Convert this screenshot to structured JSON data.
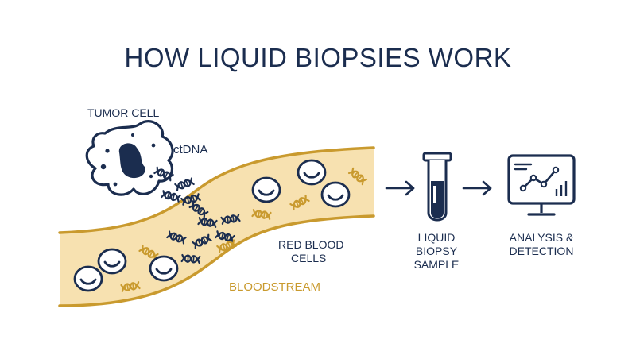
{
  "title": "HOW LIQUID BIOPSIES WORK",
  "labels": {
    "tumor_cell": "TUMOR CELL",
    "ctdna": "ctDNA",
    "red_blood_cells_line1": "RED BLOOD",
    "red_blood_cells_line2": "CELLS",
    "bloodstream": "BLOODSTREAM",
    "sample_line1": "LIQUID",
    "sample_line2": "BIOPSY",
    "sample_line3": "SAMPLE",
    "analysis_line1": "ANALYSIS &",
    "analysis_line2": "DETECTION"
  },
  "colors": {
    "navy": "#1b2d4f",
    "gold": "#c99a2e",
    "stream_fill": "#f7e1b0",
    "white": "#ffffff"
  },
  "icons": {
    "tumor": "tumor-cell-icon",
    "dna": "dna-helix-icon",
    "rbc": "red-blood-cell-icon",
    "tube": "test-tube-icon",
    "monitor": "monitor-chart-icon",
    "arrow": "arrow-right-icon"
  }
}
